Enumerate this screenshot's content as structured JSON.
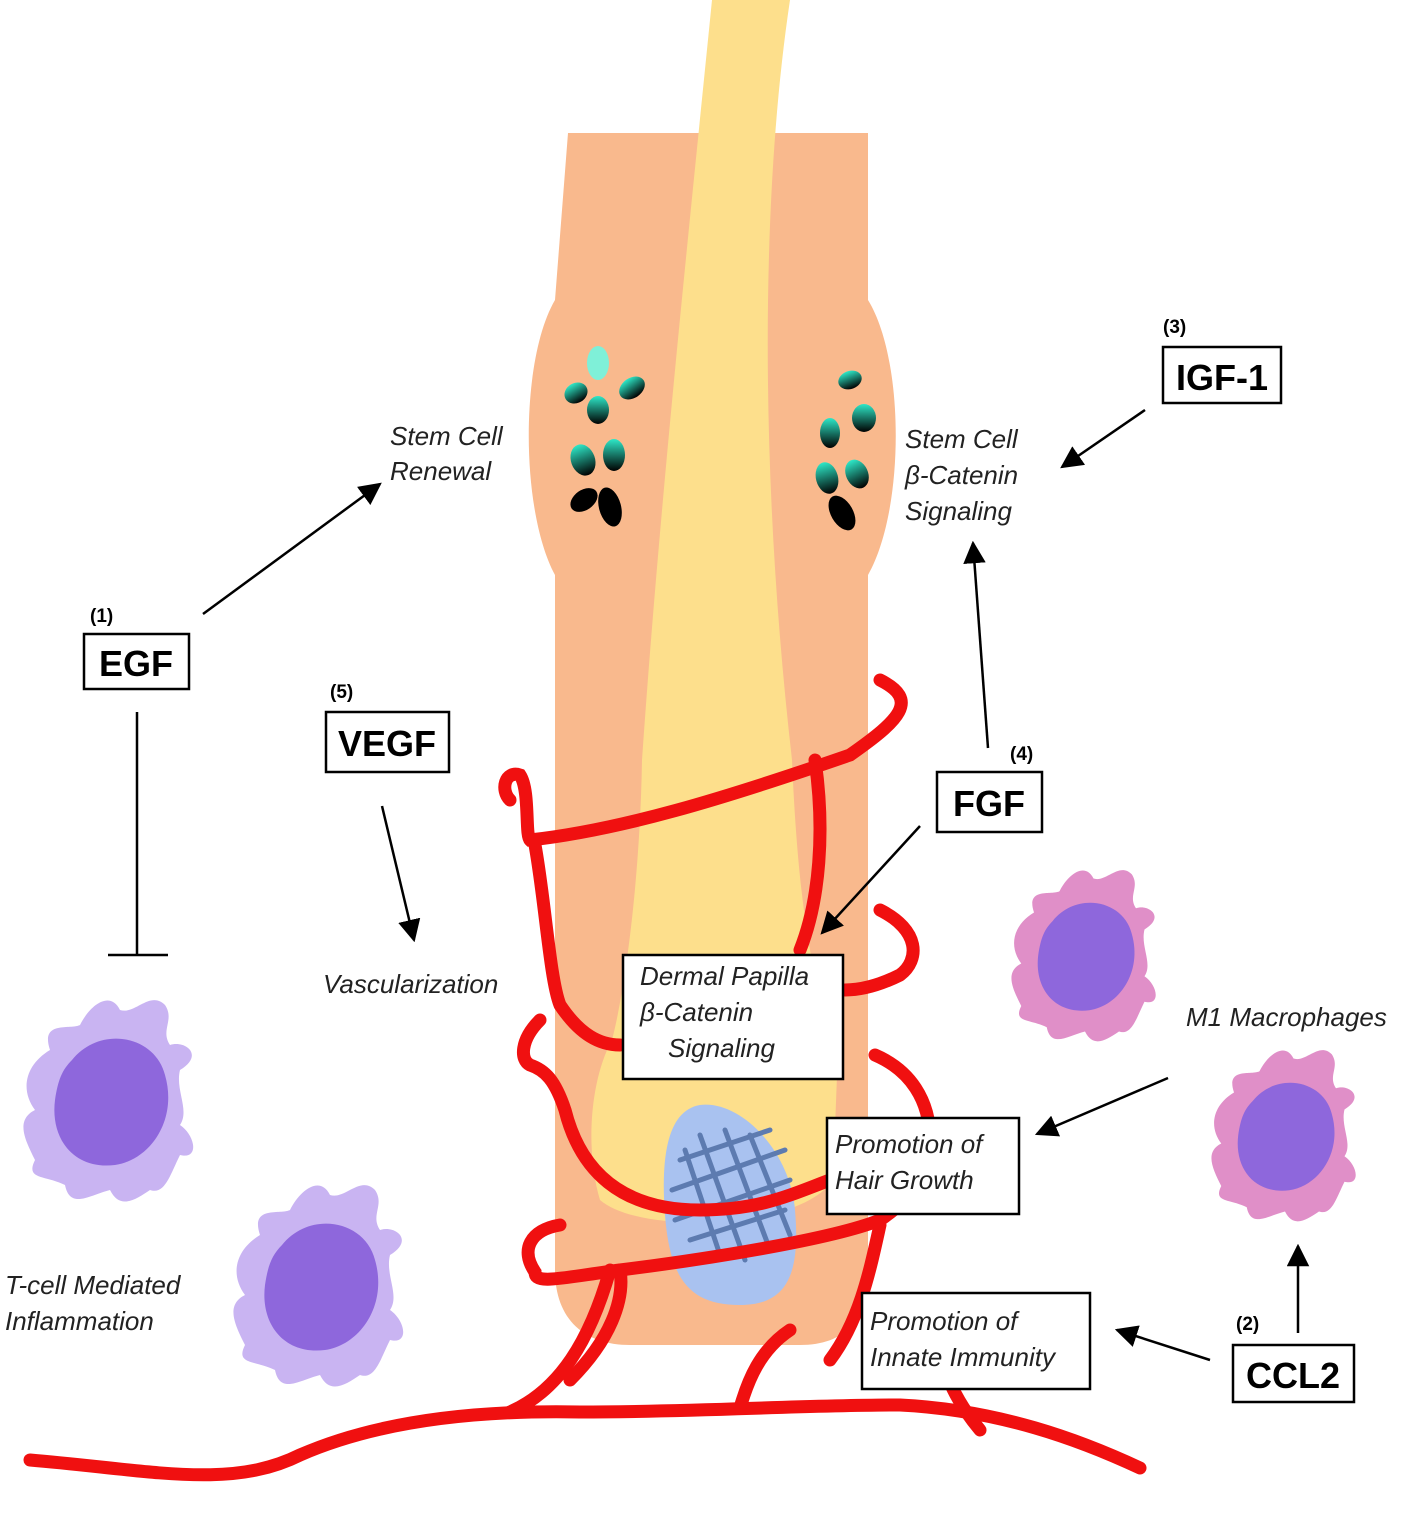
{
  "factors": {
    "egf": {
      "number": "(1)",
      "label": "EGF"
    },
    "ccl2": {
      "number": "(2)",
      "label": "CCL2"
    },
    "igf1": {
      "number": "(3)",
      "label": "IGF-1"
    },
    "fgf": {
      "number": "(4)",
      "label": "FGF"
    },
    "vegf": {
      "number": "(5)",
      "label": "VEGF"
    }
  },
  "labels": {
    "stem_cell_renewal": [
      "Stem Cell",
      "Renewal"
    ],
    "stem_cell_beta_catenin": [
      "Stem Cell",
      "β-Catenin",
      "Signaling"
    ],
    "vascularization": "Vascularization",
    "t_cell_inflammation": [
      "T-cell Mediated",
      "Inflammation"
    ],
    "m1_macrophages": "M1 Macrophages"
  },
  "boxes": {
    "dermal_papilla": [
      "Dermal Papilla",
      "β-Catenin",
      "Signaling"
    ],
    "hair_growth": [
      "Promotion of",
      "Hair Growth"
    ],
    "innate_immunity": [
      "Promotion of",
      "Innate Immunity"
    ]
  },
  "colors": {
    "follicle": "#f9b98d",
    "hair_shaft": "#fddf8c",
    "blood_vessel": "#f01010",
    "dermal_papilla": "#a9c2f0",
    "t_cell": "#c9b4f2",
    "t_cell_nucleus": "#8e67dc",
    "macrophage": "#e08fc8",
    "macrophage_nucleus": "#8e67dc",
    "stem_cell_light": "#2ee8c8",
    "stem_cell_dark": "#000000"
  },
  "icons": {
    "stem_cells": "stem-cell-cluster",
    "t_cells": "t-cell-icon",
    "macrophages": "macrophage-icon"
  }
}
